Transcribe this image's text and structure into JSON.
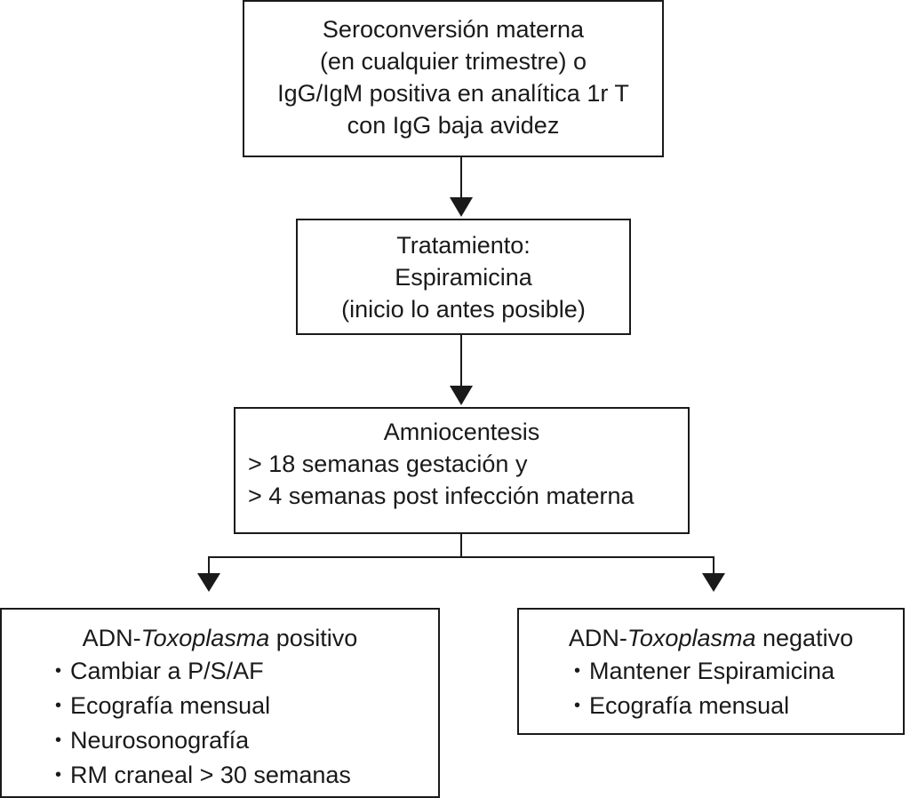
{
  "start": {
    "lines": [
      "Seroconversión materna",
      "(en cualquier trimestre) o",
      "IgG/IgM positiva en analítica 1r T",
      "con IgG baja avidez"
    ]
  },
  "treatment": {
    "lines": [
      "Tratamiento:",
      "Espiramicina",
      "(inicio lo antes posible)"
    ]
  },
  "amniocentesis": {
    "title": "Amniocentesis",
    "lines": [
      "> 18 semanas gestación  y",
      "> 4 semanas post infección materna"
    ]
  },
  "positive": {
    "prefix": "ADN-",
    "organism": "Toxoplasma",
    "suffix": " positivo",
    "items": [
      "Cambiar a P/S/AF",
      "Ecografía mensual",
      "Neurosonografía",
      "RM craneal > 30 semanas"
    ]
  },
  "negative": {
    "prefix": "ADN-",
    "organism": "Toxoplasma",
    "suffix": " negativo",
    "items": [
      "Mantener Espiramicina",
      "Ecografía mensual"
    ]
  }
}
